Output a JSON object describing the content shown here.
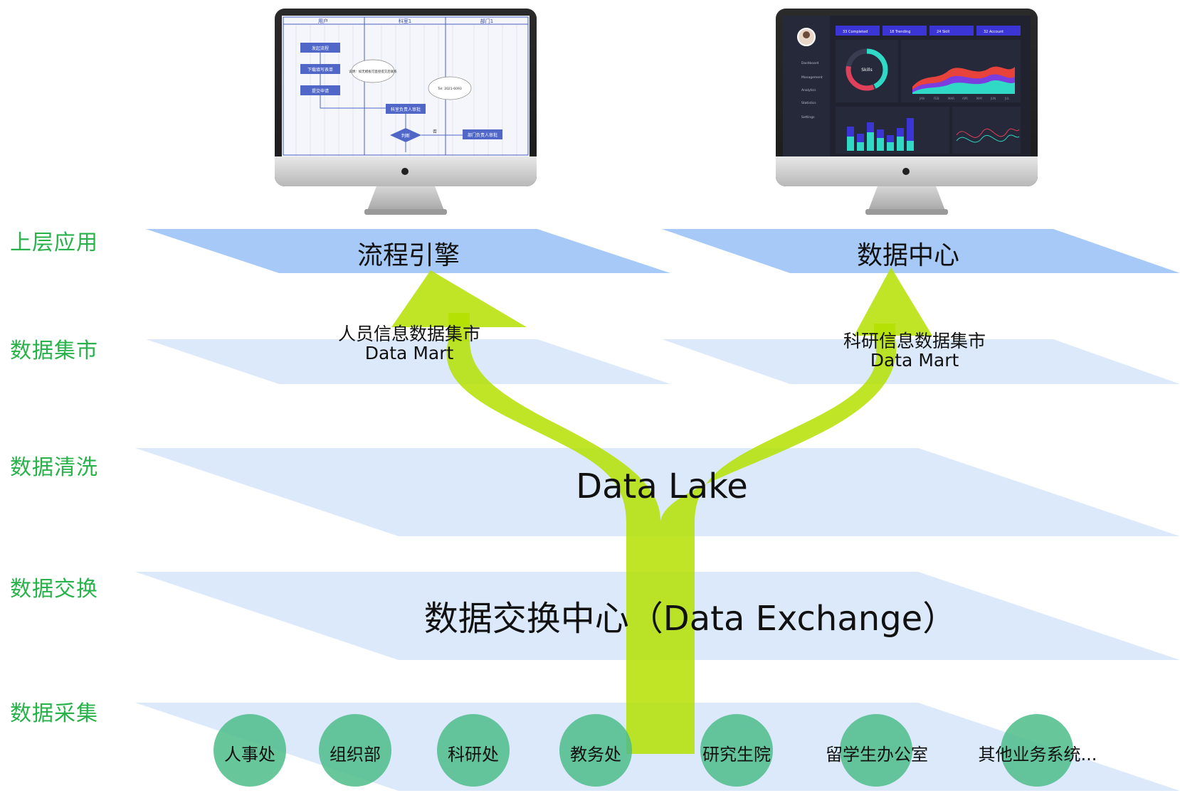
{
  "layers": [
    {
      "label": "上层应用"
    },
    {
      "label": "数据集市"
    },
    {
      "label": "数据清洗"
    },
    {
      "label": "数据交换"
    },
    {
      "label": "数据采集"
    }
  ],
  "apps": {
    "left": "流程引擎",
    "right": "数据中心"
  },
  "marts": {
    "left": {
      "name": "人员信息数据集市",
      "sub": "Data Mart"
    },
    "right": {
      "name": "科研信息数据集市",
      "sub": "Data Mart"
    }
  },
  "lake": "Data Lake",
  "exchange": "数据交换中心（Data Exchange）",
  "sources": [
    "人事处",
    "组织部",
    "科研处",
    "教务处",
    "研究生院",
    "留学生办公室",
    "其他业务系统..."
  ],
  "colors": {
    "layer_label": "#27b24a",
    "plane_top": "#a6c9f7",
    "plane": "#dce9fb",
    "arrow": "#b4e000",
    "node": "#4ebc8a"
  },
  "flow_screen": {
    "lanes": [
      "用户",
      "科室1",
      "部门1"
    ],
    "steps": [
      "发起流程",
      "下载填写表单",
      "提交申请",
      "科室负责人审批",
      "判断",
      "部门负责人审批"
    ],
    "notes": [
      "说明：如无模板可直接提交后联系",
      "Tel: 2021-6093"
    ],
    "branch": "否"
  },
  "dash_screen": {
    "kpis": [
      "33 Completed",
      "18 Trending",
      "24 Skill",
      "32 Account"
    ],
    "donut": "Skills",
    "months": [
      "JAN",
      "FEB",
      "MAR",
      "APR",
      "MAY",
      "JUN",
      "JUL"
    ],
    "menu": [
      "Dashboard",
      "Management",
      "Analytics",
      "Statistics",
      "Settings"
    ]
  }
}
